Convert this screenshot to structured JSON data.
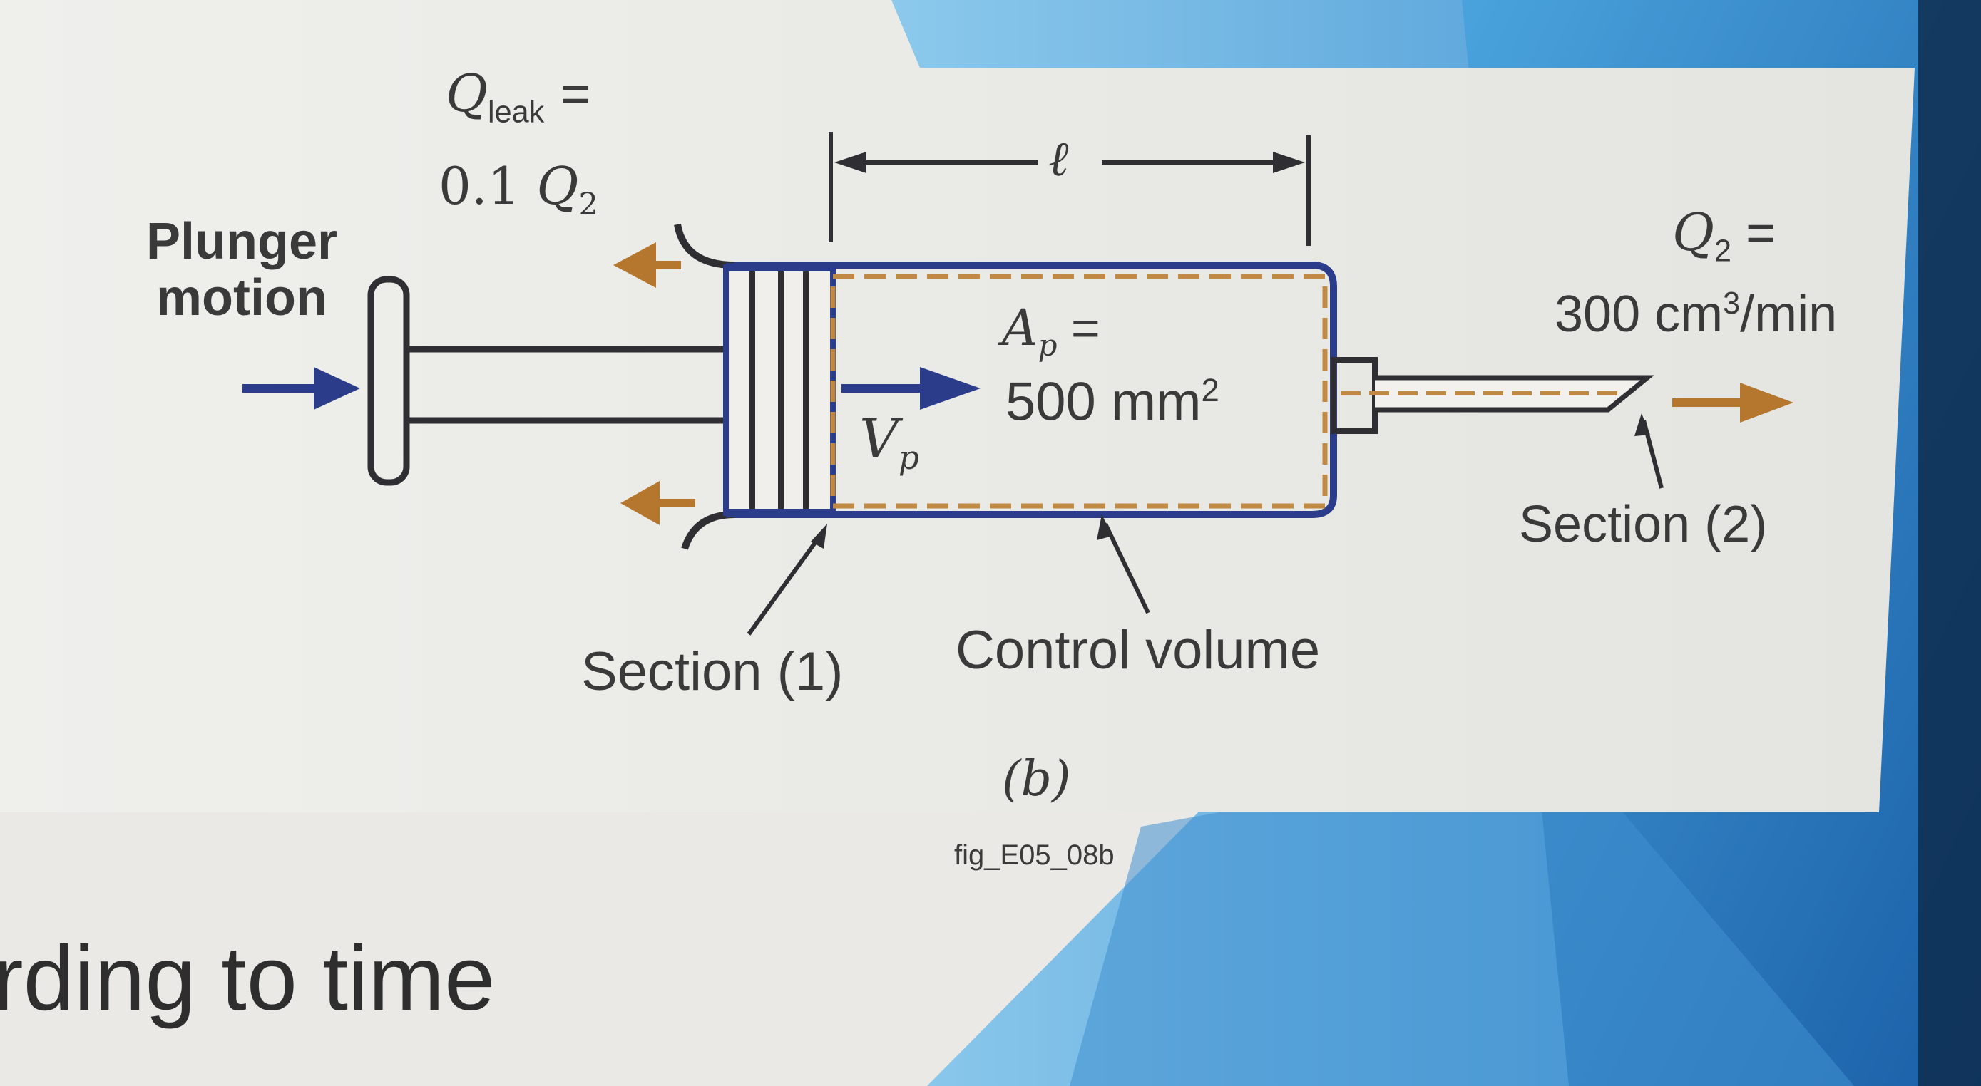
{
  "figure": {
    "q_leak": {
      "symbol": "Q",
      "subscript": "leak",
      "equals": "=",
      "value": "0.1",
      "value_symbol": "Q",
      "value_subscript": "2"
    },
    "plunger_motion": {
      "line1": "Plunger",
      "line2": "motion"
    },
    "length_symbol": "ℓ",
    "area": {
      "symbol": "A",
      "subscript": "p",
      "equals": "=",
      "value": "500 mm",
      "superscript": "2"
    },
    "velocity": {
      "symbol": "V",
      "subscript": "p"
    },
    "q2": {
      "symbol": "Q",
      "subscript": "2",
      "equals": "=",
      "value": "300 cm",
      "superscript": "3",
      "unit_tail": "/min"
    },
    "section1": "Section (1)",
    "section2": "Section (2)",
    "control_volume": "Control volume",
    "part_label": "(b)",
    "figure_id": "fig_E05_08b"
  },
  "slide": {
    "partial_text": "rding to time"
  },
  "colors": {
    "ink": "#2f2f33",
    "syringe_blue": "#2b3d8a",
    "arrow_orange": "#b5772d",
    "control_volume_dash": "#c08a45",
    "panel_bg": "#ececea",
    "slide_blue_dark": "#1f6db3",
    "slide_blue_light": "#67b2e0"
  },
  "icons": [
    "right-arrow-icon",
    "left-arrow-icon",
    "dimension-arrow-icon"
  ]
}
